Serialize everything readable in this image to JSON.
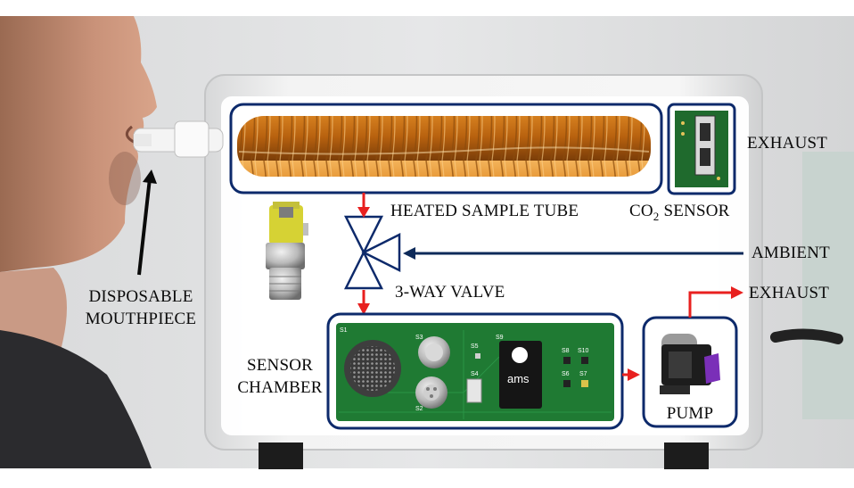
{
  "labels": {
    "disposable_line1": "DISPOSABLE",
    "disposable_line2": "MOUTHPIECE",
    "heated_sample_tube": "HEATED SAMPLE TUBE",
    "co2_prefix": "CO",
    "co2_sub": "2",
    "co2_suffix": " SENSOR",
    "exhaust_top": "EXHAUST",
    "ambient": "AMBIENT",
    "exhaust_pump": "EXHAUST",
    "three_way_valve": "3-WAY VALVE",
    "sensor_line1": "SENSOR",
    "sensor_line2": "CHAMBER",
    "pump": "PUMP"
  },
  "pcb_text": {
    "s1": "S1",
    "s2": "S2",
    "s3": "S3",
    "s4": "S4",
    "s5": "S5",
    "s6": "S6",
    "s7": "S7",
    "s8": "S8",
    "s9": "S9",
    "s10": "S10",
    "ams": "ams"
  },
  "colors": {
    "box_outline": "#0d2a6b",
    "red_arrow": "#e8201f",
    "navy_arrow": "#0d2a5a",
    "pcb_green": "#1f7a33",
    "copper": "#d98a2a"
  }
}
